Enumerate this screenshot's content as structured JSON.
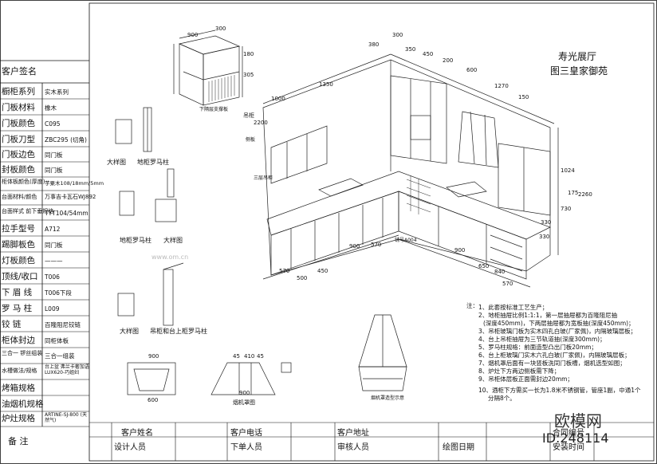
{
  "title": {
    "line1": "寿光展厅",
    "line2": "图三皇家御苑"
  },
  "watermark": {
    "brand": "欧模网",
    "domain": "www.om.cn",
    "id": "ID:248114"
  },
  "specs": {
    "customer_sign": "客户签名",
    "rows": [
      {
        "label": "橱柜系列",
        "value": "实木系列"
      },
      {
        "label": "门板材料",
        "value": "橡木"
      },
      {
        "label": "门板颜色",
        "value": "C095"
      },
      {
        "label": "门板刀型",
        "value": "ZBC295 (切角)"
      },
      {
        "label": "门板边色",
        "value": "同门板"
      },
      {
        "label": "封板颜色",
        "value": "同门板"
      },
      {
        "label": "柜体板颜色(厚度)",
        "value": "芋粟木108/18mm/5mm"
      },
      {
        "label": "台面材料/颜色",
        "value": "万事吉卡瓦石WJ892"
      },
      {
        "label": "台面样式 前下垂规格",
        "value": "TYT104/54mm"
      },
      {
        "label": "拉手型号",
        "value": "A712"
      },
      {
        "label": "踢脚板色",
        "value": "同门板"
      },
      {
        "label": "灯板颜色",
        "value": "———"
      },
      {
        "label": "顶线/收口",
        "value": "T006"
      },
      {
        "label": "下 眉 线",
        "value": "T006下段"
      },
      {
        "label": "罗 马 柱",
        "value": "L009"
      },
      {
        "label": "铰    链",
        "value": "百隆阻尼铰链"
      },
      {
        "label": "柜体封边",
        "value": "同柜体板"
      },
      {
        "label": "三合一 锣丝组装",
        "value": "三合一组装"
      },
      {
        "label": "水槽做法/规格",
        "value": "台上盆 弗兰卡奢加语LUX620-巧姐妇"
      },
      {
        "label": "烤箱规格",
        "value": ""
      },
      {
        "label": "油烟机规格",
        "value": ""
      },
      {
        "label": "炉灶规格",
        "value": "ARTINE-SJ-800 (天然气)"
      }
    ],
    "remark": "备  注"
  },
  "title_block": {
    "customer_name": "客户姓名",
    "customer_phone": "客户电话",
    "customer_address": "客户地址",
    "contract_no": "合同编号",
    "designer": "设计人员",
    "drawer": "下单人员",
    "reviewer": "审核人员",
    "draw_time": "绘图日期",
    "install_time": "安装时间"
  },
  "notes": {
    "heading": "注：",
    "items": [
      "1、此套按标准工艺生产；",
      "2、地柜抽屉比例1:1:1，第一层抽屉都为百隆阻尼抽",
      "(深度450mm)，下两层抽屉都为宽板抽(深度450mm)；",
      "3、吊柜玻璃门板为实木四孔白玻(厂家佩)，内隔玻璃层板；",
      "4、台上吊柜抽屉为三节轨道抽(深度300mm)；",
      "5、罗马柱规格：前面造型凸出门板20mm；",
      "6、台上柜玻璃门实木六孔白玻(厂家佩)，内隔玻璃层板；",
      "7、烟机罩后面有一块竖板洗同门板槽，烟机选型如图；",
      "8、炉灶下方两边侧板需下降；",
      "9、吊柜体层板正面需封边20mm；",
      "10、酒柜下方需买一长为1.8米不锈钢管，管座1副，中通1个",
      "分隔8个。"
    ]
  },
  "labels": {
    "detail_a": "大样图",
    "wall_post": "地柜罗马柱",
    "detail_b": "大样图",
    "base_post": "地柜罗马柱",
    "detail_c": "大样图",
    "upper_post": "吊柜和台上柜罗马柱",
    "hood_plan": "烟机罩图",
    "hood_note": "烟机罩造型示意",
    "cabinet_no": "铺号A004",
    "hood_label": "吊柜",
    "shelf_note": "下隔层支撑板",
    "upper_note": "三层吊柜",
    "cabinet_side": "侧板"
  },
  "dims": {
    "a1": "900",
    "a2": "300",
    "a3": "180",
    "a4": "305",
    "b1": "900",
    "b2": "45",
    "b3": "410",
    "b4": "45",
    "b5": "600",
    "b6": "900",
    "c1": "350",
    "c2": "450",
    "c3": "1270",
    "c4": "200",
    "c5": "600",
    "c6": "150",
    "d1": "1024",
    "d2": "175",
    "d3": "2260",
    "d4": "730",
    "d5": "330",
    "e1": "570",
    "e2": "500",
    "e3": "450",
    "e4": "900",
    "e5": "900",
    "e6": "570",
    "e7": "570",
    "e8": "650",
    "e9": "840",
    "e10": "330",
    "e11": "300",
    "e12": "380",
    "f1": "1350",
    "f2": "1000",
    "f3": "2200"
  }
}
